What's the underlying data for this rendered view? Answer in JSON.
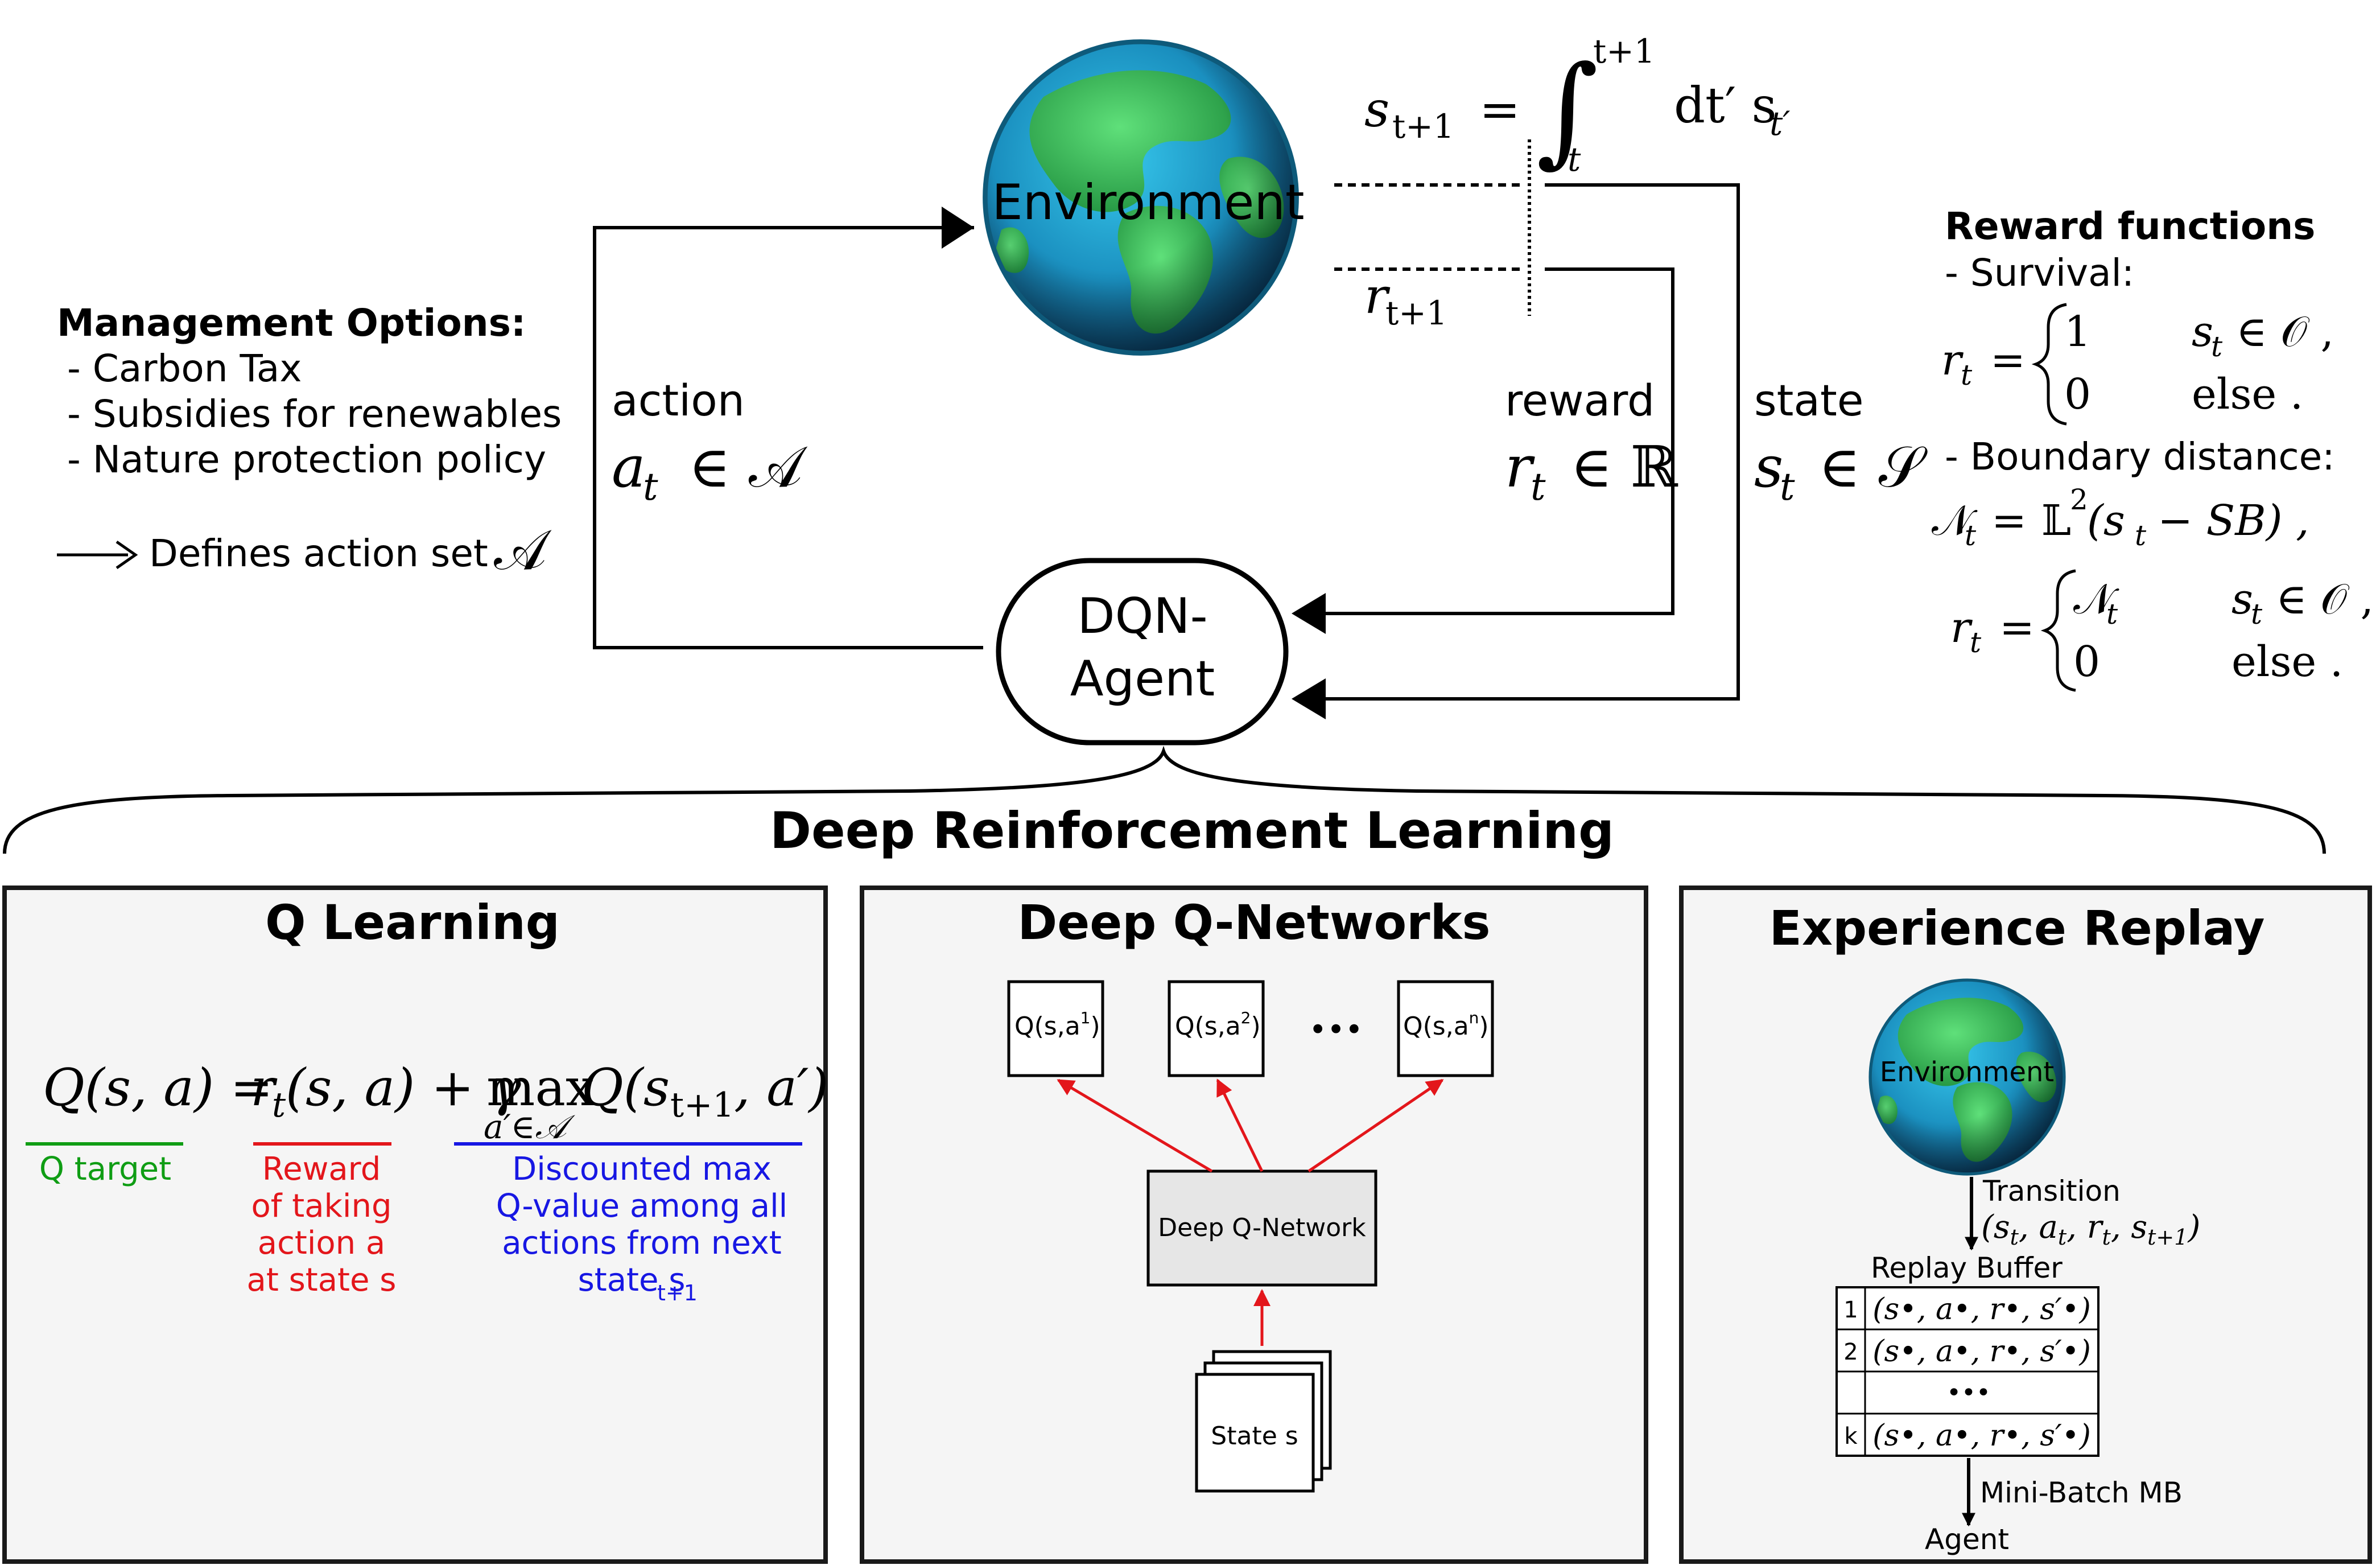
{
  "top": {
    "environment_label": "Environment",
    "agent_label_line1": "DQN-",
    "agent_label_line2": "Agent",
    "action_label": "action",
    "reward_label": "reward",
    "state_label": "state",
    "state_eq": {
      "lhs_base": "s",
      "lhs_sub": "t+1",
      "eq": "=",
      "upper": "t+1",
      "lower": "t",
      "rhs": "dt′ s",
      "rhs_sub": "t′"
    },
    "reward_next": {
      "base": "r",
      "sub": "t+1"
    },
    "action_math": {
      "base": "a",
      "sub": "t",
      "rest": "∈ 𝒜"
    },
    "reward_math": {
      "base": "r",
      "sub": "t",
      "rest": "∈ ℝ"
    },
    "state_math": {
      "base": "s",
      "sub": "t",
      "rest": "∈ 𝒮"
    }
  },
  "management": {
    "title": "Management Options:",
    "items": [
      "- Carbon Tax",
      "- Subsidies for renewables",
      "- Nature protection policy"
    ],
    "defines_text": "Defines action set",
    "defines_symbol": "𝒜"
  },
  "reward_functions": {
    "title": "Reward functions",
    "survival": "- Survival:",
    "survival_lhs": {
      "base": "r",
      "sub": "t",
      "eq": "="
    },
    "survival_cases": [
      {
        "val": "1",
        "cond_base": "s",
        "cond_sub": "t",
        "cond_rest": "∈ 𝒪 ,",
        "cond_plain": ""
      },
      {
        "val": "0",
        "cond_base": "",
        "cond_sub": "",
        "cond_rest": "",
        "cond_plain": "else ."
      }
    ],
    "boundary": "- Boundary distance:",
    "boundary_eq": {
      "lhs": "𝒩",
      "lhs_sub": "t",
      "eq": "=",
      "L": "𝕃",
      "sup": "2",
      "arg": "(s",
      "arg_sub": "t",
      "arg_rest": "− SB) ,"
    },
    "boundary_lhs": {
      "base": "r",
      "sub": "t",
      "eq": "="
    },
    "boundary_cases": [
      {
        "val": "𝒩",
        "val_sub": "t",
        "cond_base": "s",
        "cond_sub": "t",
        "cond_rest": "∈ 𝒪 ,",
        "cond_plain": ""
      },
      {
        "val": "0",
        "val_sub": "",
        "cond_base": "",
        "cond_sub": "",
        "cond_rest": "",
        "cond_plain": "else ."
      }
    ]
  },
  "drl_title": "Deep Reinforcement Learning",
  "q_learning": {
    "title": "Q Learning",
    "equation": {
      "q": "Q(s, a) =",
      "r": "r",
      "r_sub": "t",
      "r_rest": "(s, a) + γ",
      "max": "max",
      "max_sub": "a′∈𝒜",
      "q2": "Q(s",
      "q2_sub": "t+1",
      "q2_rest": ", a′)"
    },
    "q_target": "Q target",
    "reward_lines": [
      "Reward",
      "of taking",
      "action a",
      "at state s"
    ],
    "discount_lines": [
      "Discounted max",
      "Q-value among all",
      "actions from next",
      "state s"
    ],
    "discount_sub": "t+1",
    "colors": {
      "green": "#0f9d14",
      "red": "#e3161b",
      "blue": "#1717e3"
    }
  },
  "dqn": {
    "title": "Deep Q-Networks",
    "outputs": [
      {
        "base": "Q(s,a",
        "sup": "1",
        "tail": ")"
      },
      {
        "base": "Q(s,a",
        "sup": "2",
        "tail": ")"
      },
      {
        "base": "Q(s,a",
        "sup": "n",
        "tail": ")"
      }
    ],
    "ellipsis": "•••",
    "network_label": "Deep Q-Network",
    "state_label": "State s"
  },
  "replay": {
    "title": "Experience Replay",
    "environment_label": "Environment",
    "transition_label": "Transition",
    "transition_tuple": {
      "open": "(s",
      "s1": "t",
      "a": ", a",
      "s2": "t",
      "r": ", r",
      "s3": "t",
      "s": ", s",
      "s4": "t+1",
      "close": ")"
    },
    "buffer_label": "Replay Buffer",
    "rows": [
      {
        "index": "1",
        "tuple": "(s•, a•, r•, s′•)"
      },
      {
        "index": "2",
        "tuple": "(s•, a•, r•, s′•)"
      },
      {
        "index": "",
        "tuple": "•••"
      },
      {
        "index": "k",
        "tuple": "(s•, a•, r•, s′•)"
      }
    ],
    "minibatch_label": "Mini-Batch MB",
    "agent_label": "Agent"
  }
}
